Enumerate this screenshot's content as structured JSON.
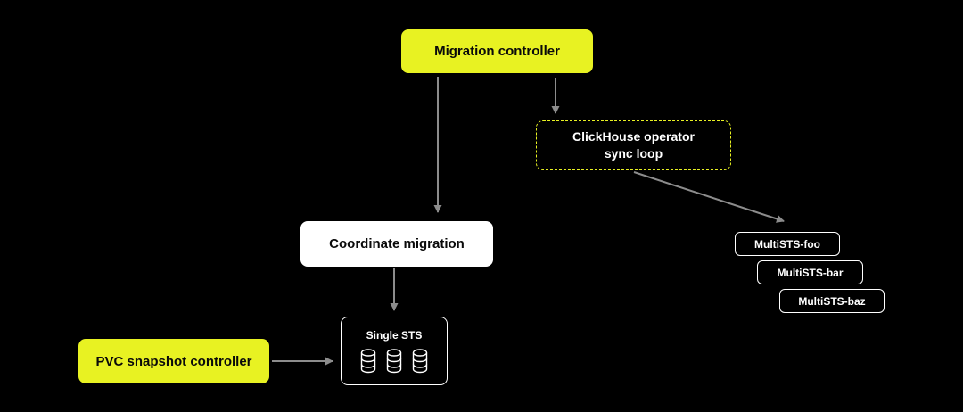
{
  "diagram": {
    "nodes": {
      "migration_controller": {
        "label": "Migration controller"
      },
      "clickhouse_operator": {
        "label_line1": "ClickHouse operator",
        "label_line2": "sync loop"
      },
      "coordinate_migration": {
        "label": "Coordinate migration"
      },
      "single_sts": {
        "label": "Single STS"
      },
      "pvc_snapshot_controller": {
        "label": "PVC snapshot controller"
      },
      "multists": [
        {
          "label": "MultiSTS-foo"
        },
        {
          "label": "MultiSTS-bar"
        },
        {
          "label": "MultiSTS-baz"
        }
      ]
    },
    "colors": {
      "background": "#000000",
      "accent_yellow": "#E8F222",
      "box_white": "#FFFFFF",
      "arrow_gray": "#8C8C8C",
      "text_dark": "#0A0A0A",
      "text_light": "#FFFFFF"
    }
  }
}
